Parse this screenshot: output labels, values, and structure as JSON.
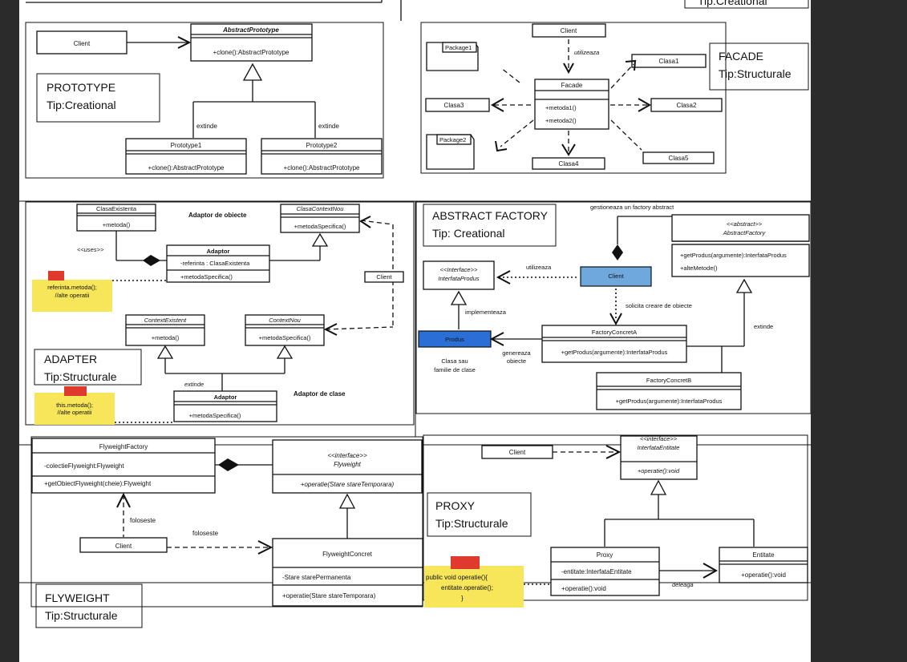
{
  "colors": {
    "background": "#2b2b2b",
    "page": "#ffffff",
    "note": "#f7e55a",
    "note_pin": "#e03a2f",
    "client_blue": "#6fa8dc",
    "produs_blue": "#2b6fd6"
  },
  "top_partial": {
    "label": "Tip:Creational"
  },
  "prototype": {
    "title": "PROTOTYPE",
    "tip": "Tip:Creational",
    "client": "Client",
    "abstract_name": "AbstractPrototype",
    "abstract_method": "+clone():AbstractPrototype",
    "extinde_left": "extinde",
    "extinde_right": "extinde",
    "p1_name": "Prototype1",
    "p1_method": "+clone():AbstractPrototype",
    "p2_name": "Prototype2",
    "p2_method": "+clone():AbstractPrototype"
  },
  "facade": {
    "title": "FACADE",
    "tip": "Tip:Structurale",
    "client": "Client",
    "utilizeaza": "utilizeaza",
    "package1": "Package1",
    "package2": "Package2",
    "facade_name": "Facade",
    "m1": "+metoda1()",
    "m2": "+metoda2()",
    "clasa1": "Clasa1",
    "clasa2": "Clasa2",
    "clasa3": "Clasa3",
    "clasa4": "Clasa4",
    "clasa5": "Clasa5"
  },
  "adapter": {
    "title": "ADAPTER",
    "tip": "Tip:Structurale",
    "clasa_existenta": "ClasaExistenta",
    "ce_method": "+metoda()",
    "adaptor_obiecte": "Adaptor de obiecte",
    "clasa_context_nou": "ClasaContextNou",
    "ccn_method": "+metodaSpecifica()",
    "uses": "<<uses>>",
    "adaptor_name": "Adaptor",
    "adaptor_attr": "-referinta : ClasaExistenta",
    "adaptor_method": "+metodaSpecifica()",
    "client": "Client",
    "note1_l1": "referinta.metoda();",
    "note1_l2": "//alte operatii",
    "context_existent": "ContextExistent",
    "cx_method": "+metoda()",
    "context_nou": "ContextNou",
    "cn_method": "+metodaSpecifica()",
    "extinde": "extinde",
    "adaptor2_name": "Adaptor",
    "adaptor2_method": "+metodaSpecifica()",
    "adaptor_clase": "Adaptor de clase",
    "note2_l1": "this.metoda();",
    "note2_l2": "//alte operatii"
  },
  "abstract_factory": {
    "title": "ABSTRACT FACTORY",
    "tip": "Tip: Creational",
    "gestioneaza": "gestioneaza un factory abstract",
    "abstract_stereo": "<<abstract>>",
    "abstract_name": "AbstractFactory",
    "af_m1": "+getProdus(argumente):InterfataProdus",
    "af_m2": "+alteMetode()",
    "interface_stereo": "<<Interface>>",
    "interface_name": "InterfataProdus",
    "utilizeaza": "utilizeaza",
    "client": "Client",
    "implementeaza": "implementeaza",
    "solicita": "solicita creare de obiecte",
    "extinde": "extinde",
    "produs": "Produs",
    "factory_a": "FactoryConcretA",
    "fa_method": "+getProdus(argumente):InterfataProdus",
    "genereaza_l1": "genereaza",
    "genereaza_l2": "obiecte",
    "clasa_l1": "Clasa sau",
    "clasa_l2": "familie de clase",
    "factory_b": "FactoryConcretB",
    "fb_method": "+getProdus(argumente):InterfataProdus"
  },
  "flyweight": {
    "title": "FLYWEIGHT",
    "tip": "Tip:Structurale",
    "factory_name": "FlyweightFactory",
    "factory_attr": "-colectieFlyweight:Flyweight",
    "factory_method": "+getObiectFlyweight(cheie):Flyweight",
    "interface_stereo": "<<interface>>",
    "interface_name": "Flyweight",
    "interface_method": "+operatie(Stare stareTemporara)",
    "foloseste1": "foloseste",
    "foloseste2": "foloseste",
    "client": "Client",
    "concret_name": "FlyweightConcret",
    "concret_attr": "-Stare starePermanenta",
    "concret_method": "+operatie(Stare stareTemporara)"
  },
  "proxy": {
    "title": "PROXY",
    "tip": "Tip:Structurale",
    "client": "Client",
    "interface_stereo": "<<interface>>",
    "interface_name": "InterfataEntitate",
    "interface_method": "+operatie():void",
    "proxy_name": "Proxy",
    "proxy_attr": "-entitate:InterfataEntitate",
    "proxy_method": "+operatie():void",
    "entitate_name": "Entitate",
    "entitate_method": "+operatie():void",
    "deleaga": "deleaga",
    "note_l1": "public void operatie(){",
    "note_l2": "entitate.operatie();",
    "note_l3": "}"
  }
}
